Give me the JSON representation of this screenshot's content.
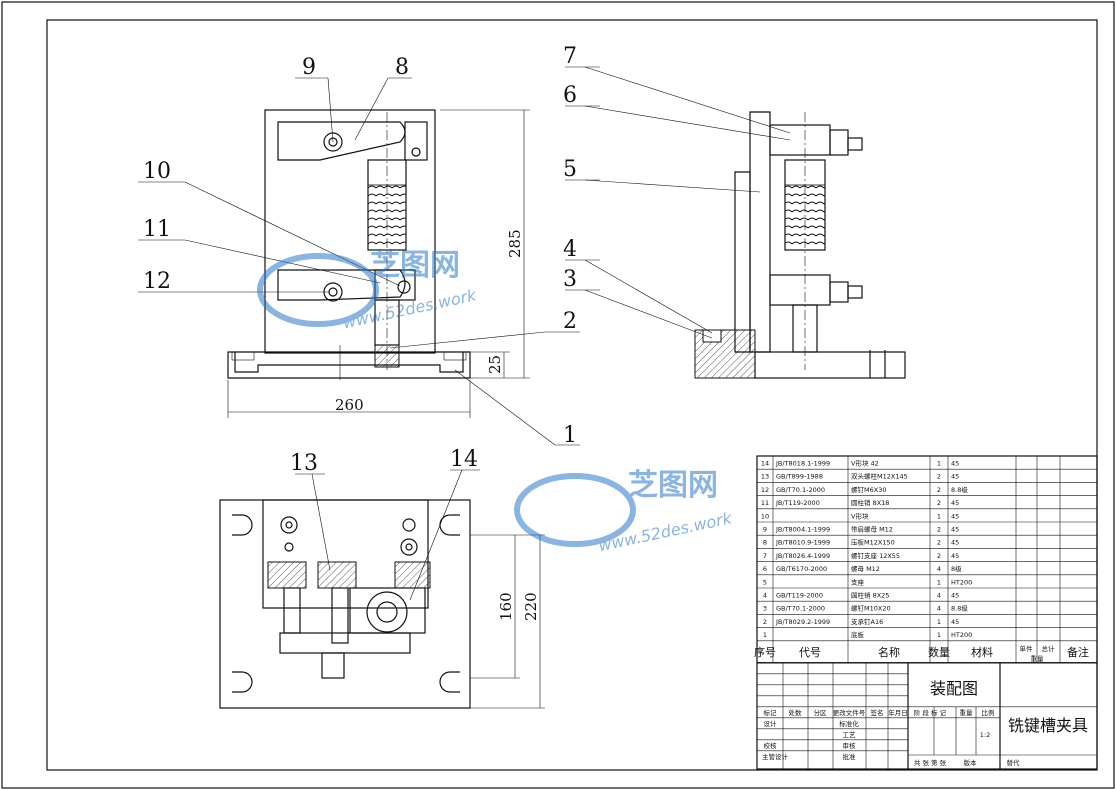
{
  "part_labels": [
    "1",
    "2",
    "3",
    "4",
    "5",
    "6",
    "7",
    "8",
    "9",
    "10",
    "11",
    "12",
    "13",
    "14"
  ],
  "dimensions": {
    "height_total": "285",
    "height_base": "25",
    "width_base": "260",
    "plan_depth_1": "160",
    "plan_depth_2": "220"
  },
  "bom_rows": [
    {
      "no": "14",
      "code": "JB/T8018.1-1999",
      "name": "V形块 42",
      "qty": "1",
      "mat": "45"
    },
    {
      "no": "13",
      "code": "GB/T899-1988",
      "name": "双头螺柱M12X145",
      "qty": "2",
      "mat": "45"
    },
    {
      "no": "12",
      "code": "GB/T70.1-2000",
      "name": "螺钉M6X30",
      "qty": "2",
      "mat": "8.8级"
    },
    {
      "no": "11",
      "code": "JB/T119-2000",
      "name": "圆柱销 8X18",
      "qty": "2",
      "mat": "45"
    },
    {
      "no": "10",
      "code": "",
      "name": "V形块",
      "qty": "1",
      "mat": "45"
    },
    {
      "no": "9",
      "code": "JB/T8004.1-1999",
      "name": "带肩螺母 M12",
      "qty": "2",
      "mat": "45"
    },
    {
      "no": "8",
      "code": "JB/T8010.9-1999",
      "name": "压板M12X150",
      "qty": "2",
      "mat": "45"
    },
    {
      "no": "7",
      "code": "JB/T8026.4-1999",
      "name": "螺钉支座 12X55",
      "qty": "2",
      "mat": "45"
    },
    {
      "no": "6",
      "code": "GB/T6170-2000",
      "name": "螺母 M12",
      "qty": "4",
      "mat": "8级"
    },
    {
      "no": "5",
      "code": "",
      "name": "支座",
      "qty": "1",
      "mat": "HT200"
    },
    {
      "no": "4",
      "code": "GB/T119-2000",
      "name": "圆柱销 8X25",
      "qty": "4",
      "mat": "45"
    },
    {
      "no": "3",
      "code": "GB/T70.1-2000",
      "name": "螺钉M10X20",
      "qty": "4",
      "mat": "8.8级"
    },
    {
      "no": "2",
      "code": "JB/T8029.2-1999",
      "name": "支承钉A16",
      "qty": "1",
      "mat": "45"
    },
    {
      "no": "1",
      "code": "",
      "name": "底板",
      "qty": "1",
      "mat": "HT200"
    }
  ],
  "bom_header": {
    "no": "序号",
    "code": "代号",
    "name": "名称",
    "qty": "数量",
    "mat": "材料",
    "unit": "单件",
    "total": "总计",
    "weight": "重量",
    "remark": "备注"
  },
  "title_block": {
    "drawing_type": "装配图",
    "title": "铣键槽夹具",
    "scale": "1:2",
    "row_labels": [
      "标记",
      "处数",
      "分区",
      "更改文件号",
      "签名",
      "年月日"
    ],
    "design": "设计",
    "standard": "标准化",
    "check": "校核",
    "process": "工艺",
    "chief": "主管设计",
    "review": "审核",
    "approve": "批准",
    "stage": "阶 段 标 记",
    "weight": "重量",
    "ratio": "比例",
    "sheets": "共 张 第 张",
    "version": "版本",
    "replace": "替代"
  },
  "watermark": {
    "brand": "芝图网",
    "url": "www.52des.work"
  },
  "colors": {
    "line": "#111111",
    "watermark": "#2b78c9"
  }
}
